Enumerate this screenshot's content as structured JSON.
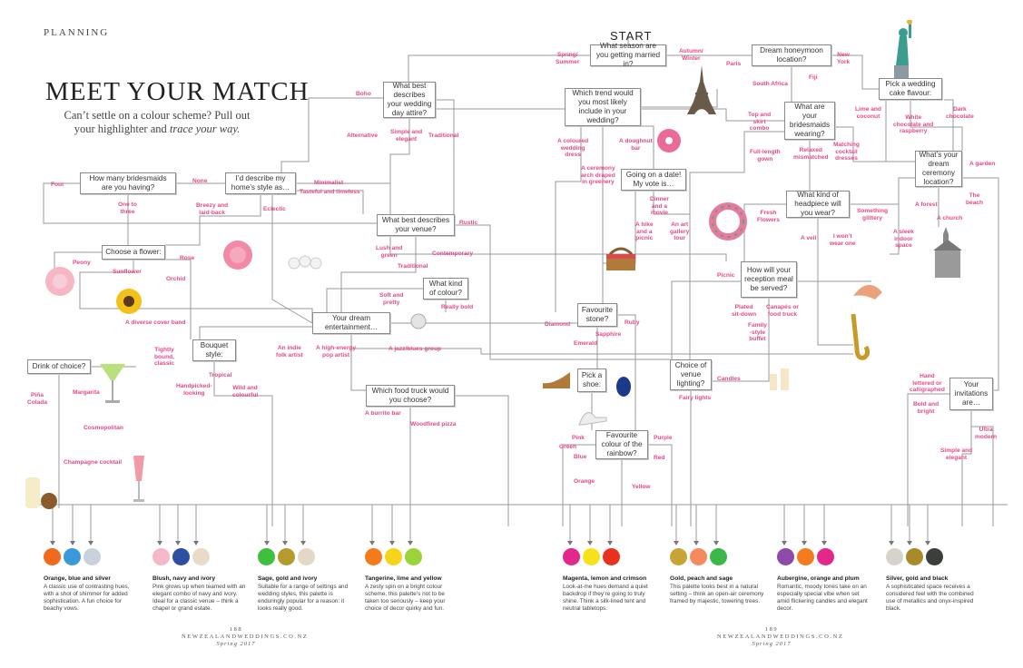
{
  "header": {
    "section": "PLANNING",
    "title": "MEET YOUR MATCH",
    "subtitle_plain": "Can’t settle on a colour scheme? Pull out your highlighter and ",
    "subtitle_em": "trace your way.",
    "start": "START"
  },
  "nodes": {
    "season": "What season are you getting married in?",
    "honeymoon": "Dream honeymoon location?",
    "cake": "Pick a wedding cake flavour:",
    "describes": "What best describes your wedding day attire?",
    "trend": "Which trend would you most likely include in your wedding?",
    "bridesmaids_wearing": "What are your bridesmaids wearing?",
    "ceremony": "What’s your dream ceremony location?",
    "how_many": "How many bridesmaids are you having?",
    "home_style": "I’d describe my home’s style as…",
    "date": "Going on a date! My vote is…",
    "headpiece": "What kind of headpiece will you wear?",
    "venue": "What best describes your venue?",
    "flower": "Choose a flower:",
    "kind_colour": "What kind of colour?",
    "reception": "How will your reception meal be served?",
    "entertainment": "Your dream entertainment…",
    "stone": "Favourite stone?",
    "bouquet": "Bouquet style:",
    "drink": "Drink of choice?",
    "shoe": "Pick a shoe:",
    "lighting": "Choice of venue lighting?",
    "food_truck": "Which food truck would you choose?",
    "rainbow": "Favourite colour of the rainbow?",
    "invitations": "Your invitations are…"
  },
  "labels": {
    "spring": "Spring/\nSummer",
    "autumn": "Autumn/\nWinter",
    "paris": "Paris",
    "new_york": "New\nYork",
    "south_africa": "South Africa",
    "fiji": "Fiji",
    "boho": "Boho",
    "alternative": "Alternative",
    "simple_elegant": "Simple and\nelegant",
    "traditional": "Traditional",
    "coloured_dress": "A coloured\nwedding\ndress",
    "doughnut": "A doughnut\nbar",
    "arch": "A ceremony\narch draped\nin greenery",
    "top_skirt": "Top and\nskirt\ncombo",
    "full_length": "Full-length\ngown",
    "relaxed": "Relaxed\nmismatched",
    "matching": "Matching\ncocktail\ndresses",
    "lime": "Lime and\ncoconut",
    "white_choc": "White\nchocolate and\nraspberry",
    "dark_choc": "Dark\nchocolate",
    "garden": "A garden",
    "forest": "A forest",
    "beach": "The\nbeach",
    "church": "A church",
    "four": "Four",
    "none": "None",
    "one_three": "One to\nthree",
    "minimalist": "Minimalist",
    "tasteful": "Tasteful and timeless",
    "breezy": "Breezy and\nlaid-back",
    "eclectic": "Eclectic",
    "dinner": "Dinner\nand a\nmovie",
    "hike": "A hike\nand a\npicnic",
    "gallery": "An art\ngallery\ntour",
    "fresh_flowers": "Fresh\nFlowers",
    "something_glittery": "Something\nglittery",
    "a_veil": "A veil",
    "wont_wear": "I won’t\nwear one",
    "sleek_indoor": "A sleek\nindoor\nspace",
    "rustic": "Rustic",
    "lush": "Lush and\ngreen",
    "contemporary": "Contemporary",
    "traditional2": "Traditional",
    "rose": "Rose",
    "peony": "Peony",
    "sunflower": "Sunflower",
    "orchid": "Orchid",
    "soft_pretty": "Soft and\npretty",
    "really_bold": "Really bold",
    "picnic": "Picnic",
    "plated": "Plated\nsit-down",
    "canapes": "Canapés or\nfood truck",
    "family": "Family\n-style\nbuffet",
    "diverse_band": "A diverse cover band",
    "diamond": "Diamond",
    "ruby": "Ruby",
    "sapphire": "Sapphire",
    "emerald": "Emerald",
    "indie": "An indie\nfolk artist",
    "high_energy": "A high-energy\npop artist",
    "jazz": "A jazz/blues group",
    "tightly": "Tightly\nbound,\nclassic",
    "tropical": "Tropical",
    "handpicked": "Handpicked-\nlooking",
    "wild": "Wild and\ncolourful",
    "candles": "Candles",
    "fairy": "Fairy lights",
    "pina": "Piña\nColada",
    "margarita": "Margarita",
    "cosmo": "Cosmopolitan",
    "champagne": "Champagne cocktail",
    "burrito": "A burrito bar",
    "woodfired": "Woodfired pizza",
    "pink": "Pink",
    "purple": "Purple",
    "green": "Green",
    "blue": "Blue",
    "red": "Red",
    "orange": "Orange",
    "yellow": "Yellow",
    "hand_lettered": "Hand\nlettered or\ncalligraphed",
    "bold_bright": "Bold and\nbright",
    "ultra_modern": "Ultra\nmodern",
    "simple_elegant2": "Simple and\nelegant"
  },
  "palettes": [
    {
      "title": "Orange, blue and silver",
      "desc": "A classic use of contrasting hues, with a shot of shimmer for added sophistication. A fun choice for beachy vows.",
      "colors": [
        "#f06a1e",
        "#3a9ad9",
        "#c9d2da"
      ]
    },
    {
      "title": "Blush, navy and ivory",
      "desc": "Pink grows up when teamed with an elegant combo of navy and ivory. Ideal for a classic venue – think a chapel or grand estate.",
      "colors": [
        "#f5b8c9",
        "#2c4fa3",
        "#e8dcc8"
      ]
    },
    {
      "title": "Sage, gold and ivory",
      "desc": "Suitable for a range of settings and wedding styles, this palette is enduringly popular for a reason: it looks really good.",
      "colors": [
        "#3fbf3c",
        "#b59a2d",
        "#e3d8c6"
      ]
    },
    {
      "title": "Tangerine, lime and yellow",
      "desc": "A zesty spin on a bright colour scheme, this palette’s not to be taken too seriously – keep your choice of decor quirky and fun.",
      "colors": [
        "#f57a1c",
        "#f5d41a",
        "#9bd33a"
      ]
    },
    {
      "title": "Magenta, lemon and crimson",
      "desc": "Look-at-me hues demand a quiet backdrop if they’re going to truly shine. Think a silk-lined tent and neutral tabletops.",
      "colors": [
        "#e4278a",
        "#f7e11a",
        "#e8321f"
      ]
    },
    {
      "title": "Gold, peach and sage",
      "desc": "This palette looks best in a natural setting – think an open-air ceremony framed by majestic, towering trees.",
      "colors": [
        "#c7a435",
        "#f58a5e",
        "#3cb84a"
      ]
    },
    {
      "title": "Aubergine, orange and plum",
      "desc": "Romantic, moody tones take on an especially special vibe when set amid flickering candles and elegant decor.",
      "colors": [
        "#8d4aa8",
        "#f57b1e",
        "#e4288a"
      ]
    },
    {
      "title": "Silver, gold and black",
      "desc": "A sophisticated space receives a considered feel with the combined use of metallics and onyx-inspired black.",
      "colors": [
        "#d7d3cc",
        "#a98a28",
        "#3a3f3a"
      ]
    }
  ],
  "footer": {
    "left_num": "188",
    "right_num": "189",
    "site": "NEWZEALANDWEDDINGS.CO.NZ",
    "issue": "Spring 2017"
  }
}
